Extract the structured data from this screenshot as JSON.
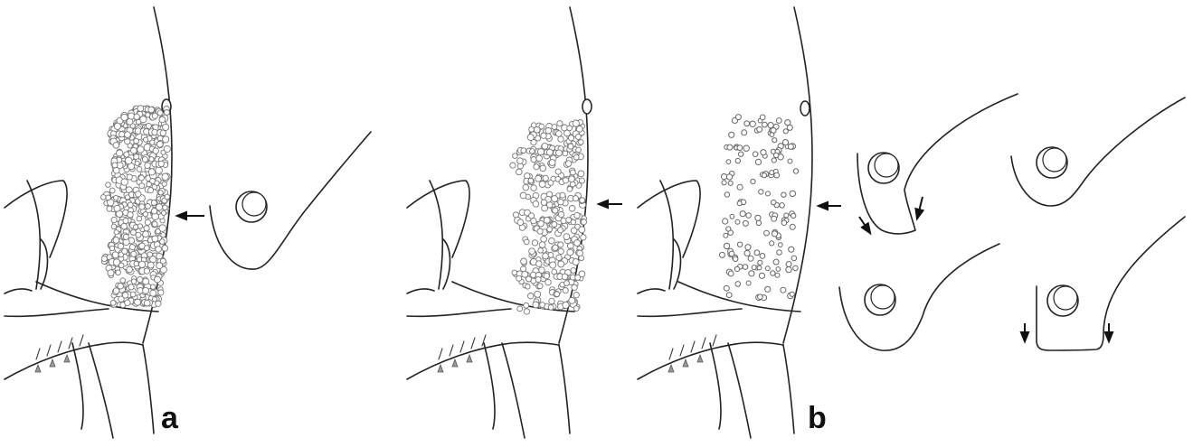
{
  "panel_labels": {
    "a": "a",
    "b": "b"
  },
  "colors": {
    "line": "#222222",
    "dots": "#888888",
    "background": "#ffffff"
  },
  "panels": [
    {
      "id": "a",
      "icon": "leg-joint-dense-granules-illustration"
    },
    {
      "id": "b-medium",
      "icon": "leg-joint-medium-granules-illustration"
    },
    {
      "id": "b-sparse",
      "icon": "leg-joint-sparse-granules-illustration"
    },
    {
      "id": "b-details",
      "icon": "socket-shape-variants-illustration"
    }
  ]
}
